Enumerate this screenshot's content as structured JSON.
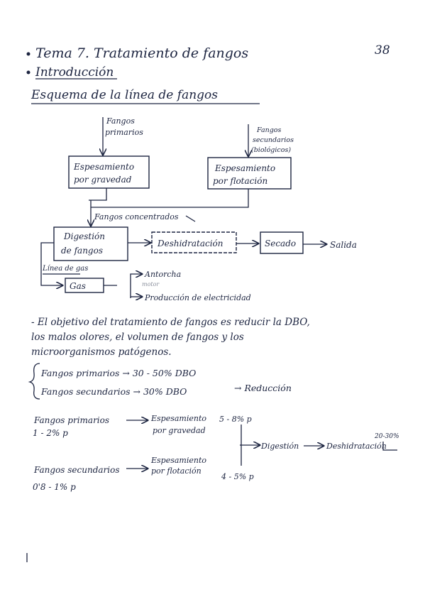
{
  "page_number": "38",
  "header": {
    "title": "Tema 7. Tratamiento de fangos",
    "intro": "Introducción",
    "section": "Esquema de la línea de fangos"
  },
  "diagram": {
    "primary_sludge_label_1": "Fangos",
    "primary_sludge_label_2": "primarios",
    "secondary_sludge_label_1": "Fangos",
    "secondary_sludge_label_2": "secundarios",
    "secondary_sludge_label_3": "(biológicos)",
    "box_gravity_1": "Espesamiento",
    "box_gravity_2": "por gravedad",
    "box_flotation_1": "Espesamiento",
    "box_flotation_2": "por flotación",
    "mixed_sludge": "Fangos concentrados",
    "box_digestion_1": "Digestión",
    "box_digestion_2": "de fangos",
    "box_dewatering": "Deshidratación",
    "box_drying": "Secado",
    "output": "Salida",
    "gas_line": "Línea de gas",
    "box_gas": "Gas",
    "gas_use_1": "Antorcha",
    "gas_use_small": "motor",
    "gas_use_2": "Producción de electricidad"
  },
  "body": {
    "objective_line_1": "- El objetivo del tratamiento de fangos es reducir la DBO,",
    "objective_line_2": "los malos olores, el volumen de fangos y los",
    "objective_line_3": "microorganismos patógenos.",
    "primary_row": "Fangos primarios → 30 - 50% DBO",
    "secondary_row": "Fangos secundarios → 30% DBO",
    "reduction": "→ Reducción"
  },
  "bottom_diagram": {
    "primary_label": "Fangos primarios",
    "primary_pct": "1 - 2% p",
    "thick_gravity_1": "Espesamiento",
    "thick_gravity_2": "por gravedad",
    "pct_a": "5 - 8% p",
    "digestion": "Digestión",
    "dewatering": "Deshidratación",
    "pct_c": "20-30%",
    "secondary_label": "Fangos secundarios",
    "secondary_pct": "0'8 - 1% p",
    "thick_flot_1": "Espesamiento",
    "thick_flot_2": "por flotación",
    "pct_b": "4 - 5% p"
  }
}
